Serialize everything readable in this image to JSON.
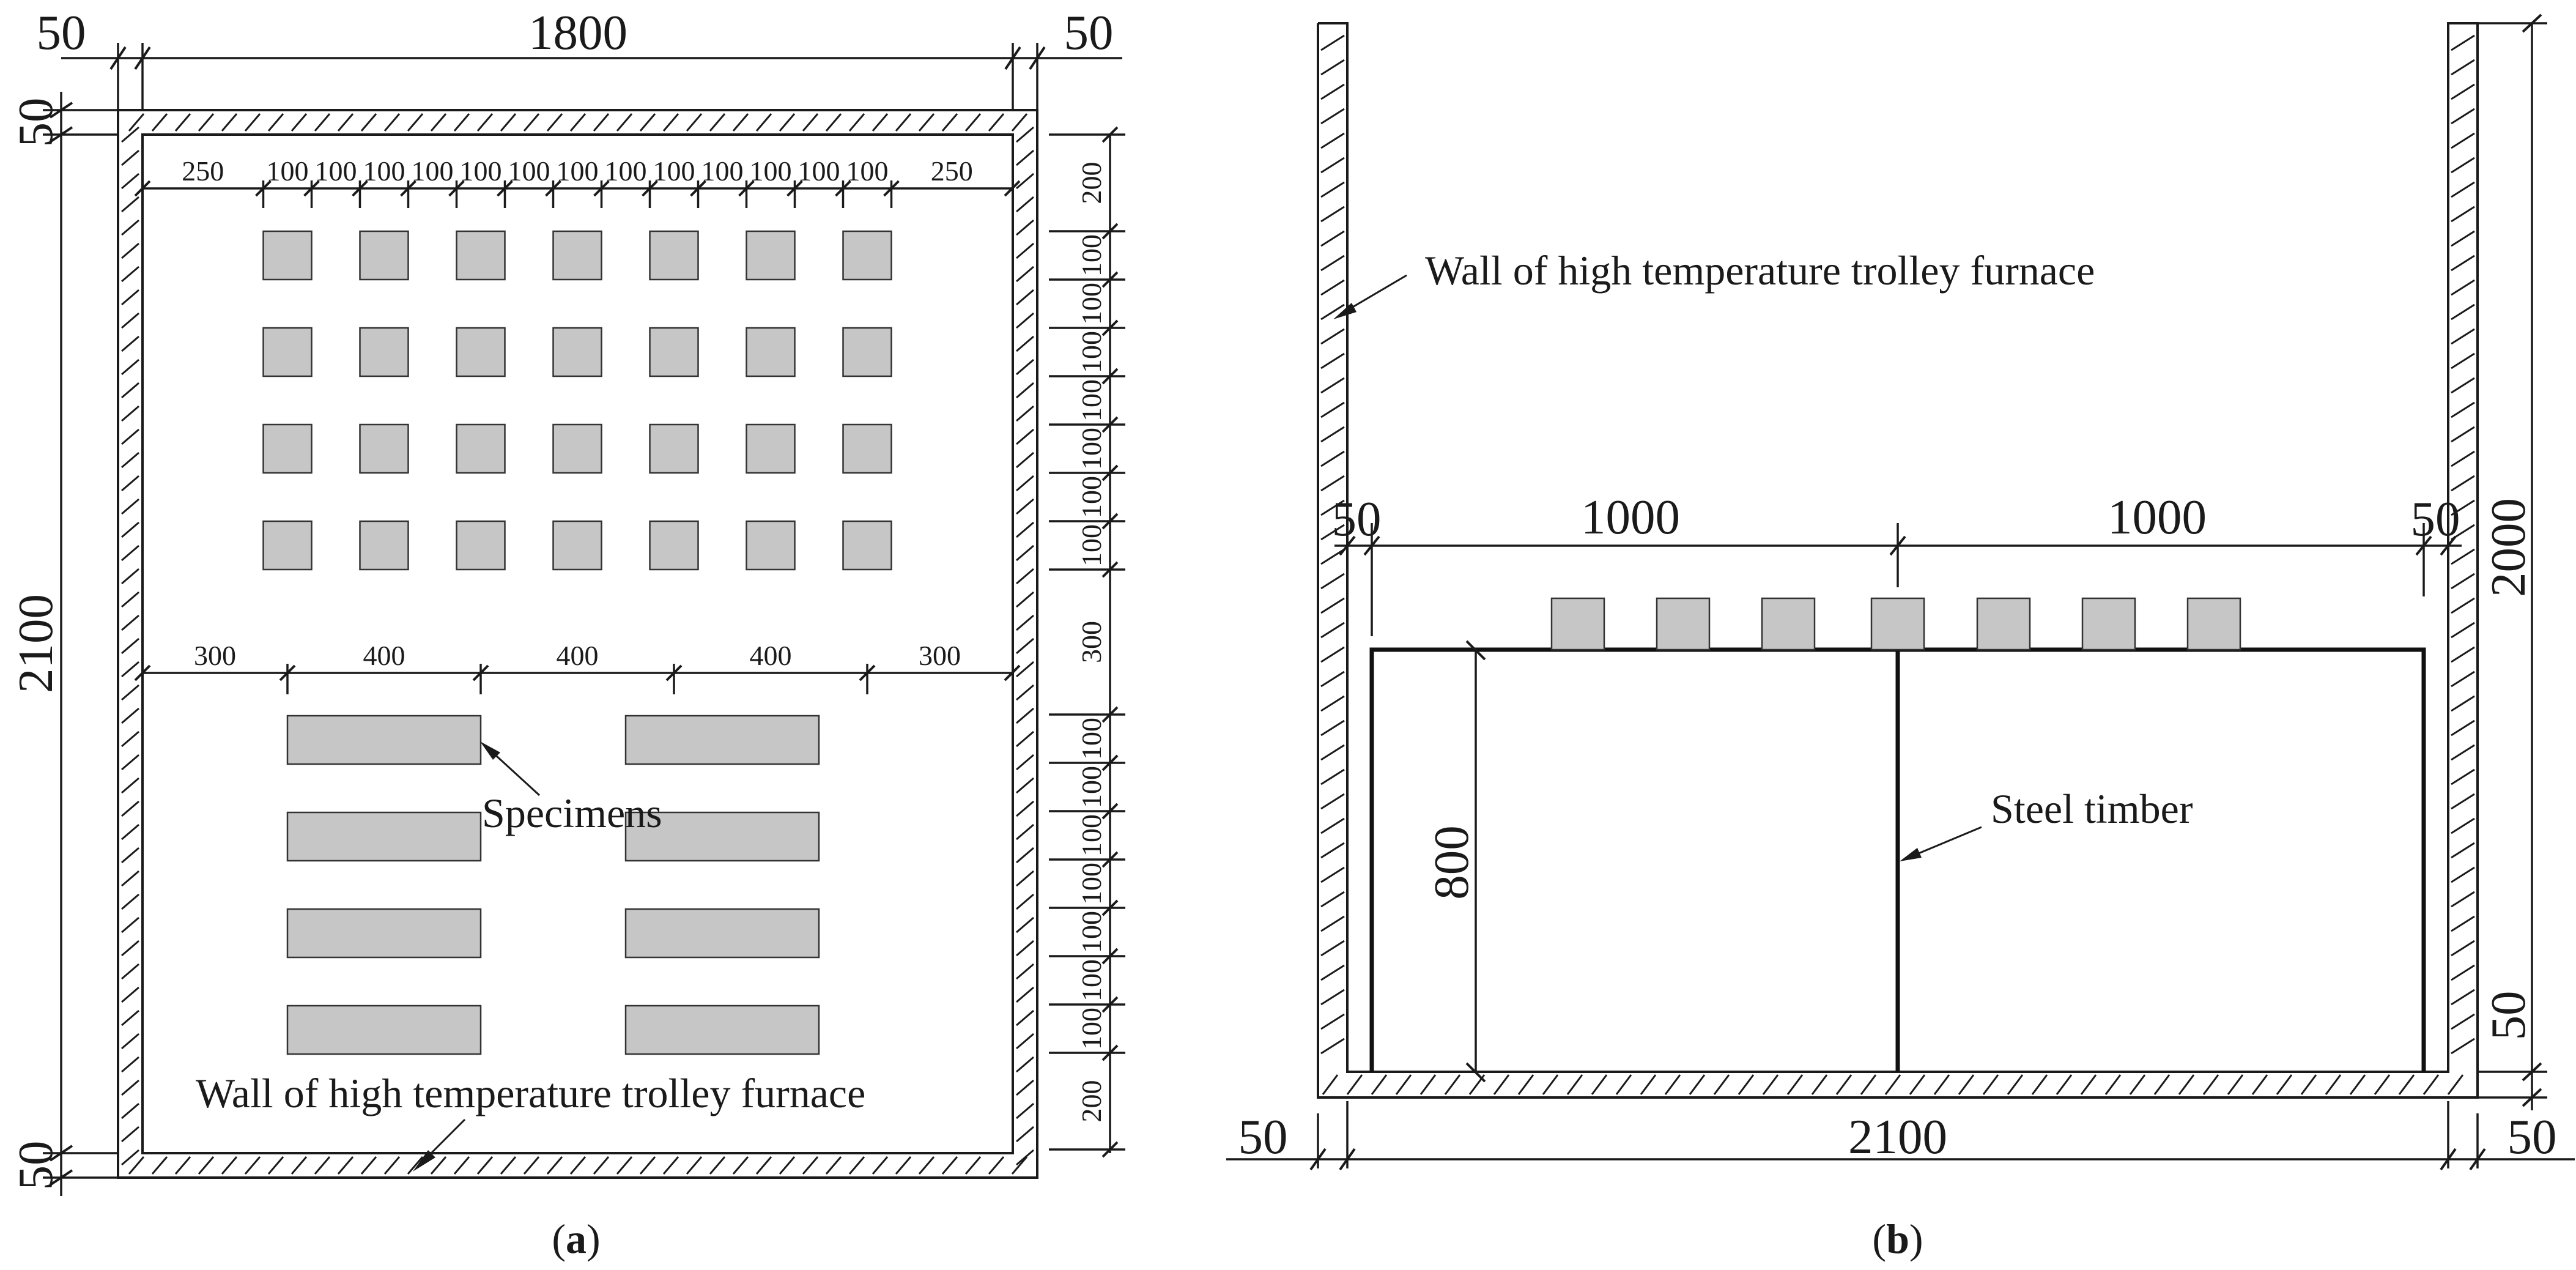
{
  "panel_a": {
    "caption_open": "(",
    "caption_letter": "a",
    "caption_close": ")",
    "dims_top": {
      "left": "50",
      "middle": "1800",
      "right": "50"
    },
    "dims_left": {
      "top": "50",
      "middle": "2100",
      "bottom": "50"
    },
    "row_upper_dims": [
      "250",
      "100",
      "100",
      "100",
      "100",
      "100",
      "100",
      "100",
      "100",
      "100",
      "100",
      "100",
      "100",
      "100",
      "250"
    ],
    "row_lower_dims": [
      "300",
      "400",
      "400",
      "400",
      "300"
    ],
    "right_dims": [
      "200",
      "100",
      "100",
      "100",
      "100",
      "100",
      "100",
      "100",
      "300",
      "100",
      "100",
      "100",
      "100",
      "100",
      "100",
      "100",
      "200"
    ],
    "label_specimens": "Specimens",
    "label_wall": "Wall of high temperature trolley furnace"
  },
  "panel_b": {
    "caption_open": "(",
    "caption_letter": "b",
    "caption_close": ")",
    "label_wall": "Wall of high temperature trolley furnace",
    "label_steel": "Steel timber",
    "dims_top": {
      "left": "50",
      "mid_left": "1000",
      "mid_right": "1000",
      "right": "50"
    },
    "dim_height": "800",
    "dims_right": {
      "total": "2000",
      "bottom": "50"
    },
    "dims_bottom": {
      "left": "50",
      "middle": "2100",
      "right": "50"
    }
  },
  "colors": {
    "specimen_fill": "#c6c6c6",
    "line": "#1a1a1a",
    "background": "#ffffff"
  }
}
